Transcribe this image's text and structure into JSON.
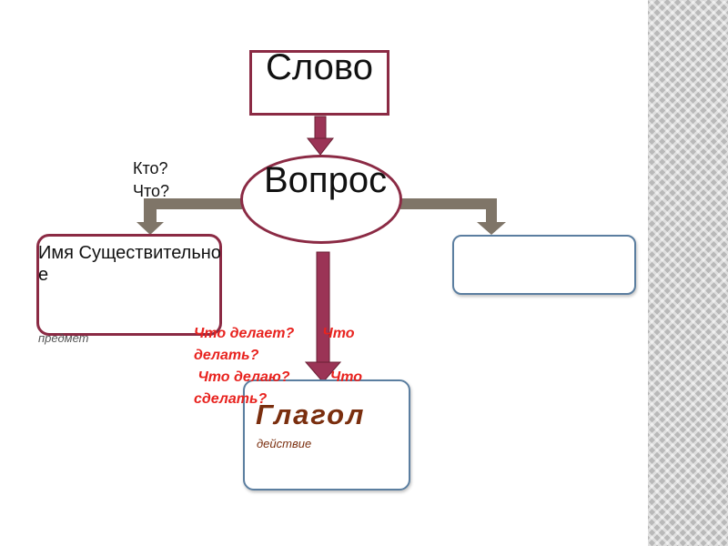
{
  "word": {
    "label": "Слово"
  },
  "question": {
    "label": "Вопрос"
  },
  "noun": {
    "title": "Имя Существительное",
    "subtitle": "предмет"
  },
  "noun_questions": {
    "line1": "Кто?",
    "line2": "Что?"
  },
  "verb": {
    "title": "Глагол",
    "subtitle": "действие"
  },
  "verb_questions": {
    "q1": "Что делает?",
    "q2": "Что делать?",
    "q3": "Что делаю?",
    "q4": "Что сделать?"
  },
  "empty_box": {
    "label": ""
  },
  "colors": {
    "border_dark": "#8b2a44",
    "arrow_fill": "#9b3456",
    "connector": "#7f7568",
    "box_blue": "#5b7ea0",
    "question_red": "#e8231f",
    "verb_brown": "#7a2e0e"
  }
}
